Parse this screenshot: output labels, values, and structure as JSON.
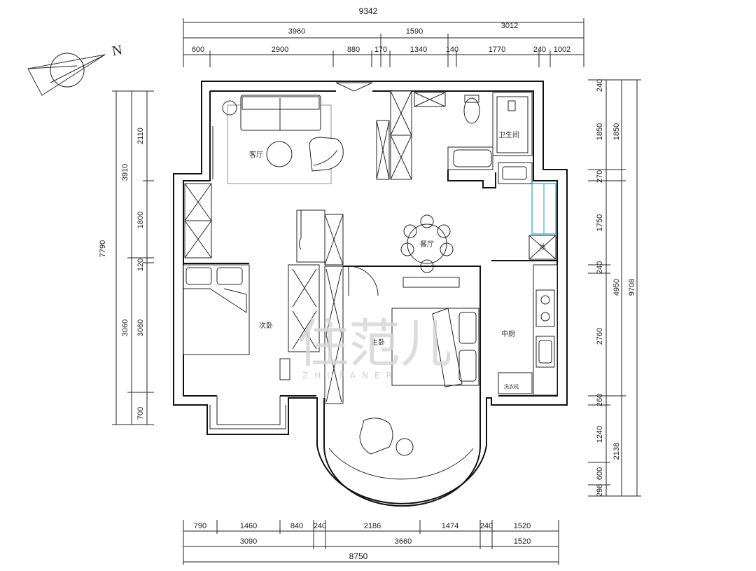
{
  "north": {
    "label": "N"
  },
  "dims": {
    "top": {
      "overall": "9342",
      "mid": [
        "3960",
        "1590",
        "3012"
      ],
      "detail": [
        "600",
        "2900",
        "880",
        "170",
        "1340",
        "140",
        "1770",
        "240",
        "1002"
      ]
    },
    "bottom": {
      "detail": [
        "790",
        "1460",
        "840",
        "240",
        "2186",
        "1474",
        "240",
        "1520"
      ],
      "mid": [
        "3090",
        "3660",
        "1520"
      ],
      "overall": "8750"
    },
    "left": {
      "overall": "7790",
      "outer": [
        "3910",
        "3060",
        "700"
      ],
      "inner": [
        "2110",
        "1800",
        "120",
        "3060"
      ]
    },
    "right": {
      "overall": "9708",
      "inner": [
        "240",
        "1850",
        "270",
        "1750",
        "240",
        "2760",
        "260",
        "1240",
        "600",
        "298"
      ],
      "outer": [
        "1850",
        "4950",
        "2138"
      ]
    }
  },
  "rooms": {
    "living": "客厅",
    "bathroom": "卫生间",
    "dining": "餐厅",
    "second_bedroom": "次卧",
    "master_bedroom": "主卧",
    "kitchen": "中厨",
    "cabinet_mark": "冰",
    "kitchen_appliance": "洗衣机"
  },
  "watermark": {
    "brand": "住范儿",
    "sub": "ZHUFANER"
  },
  "colors": {
    "line": "#111111",
    "accent": "#1aa3c9",
    "watermark": "#d6d6d6"
  }
}
